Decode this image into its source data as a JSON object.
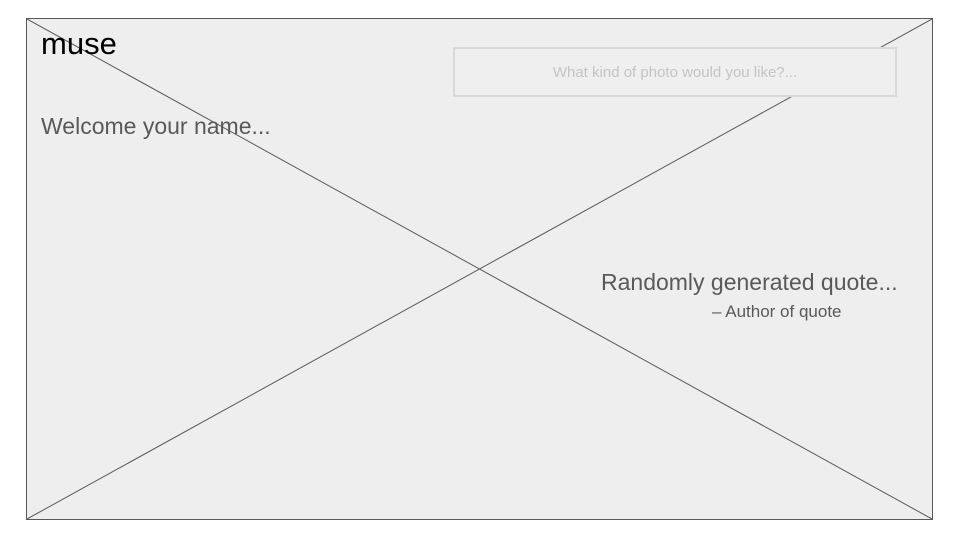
{
  "header": {
    "logo": "muse",
    "search_placeholder": "What kind of photo would you like?..."
  },
  "main": {
    "welcome": "Welcome your name...",
    "quote": "Randomly generated quote...",
    "author": "– Author of quote"
  },
  "icons": {
    "placeholder": "image-placeholder-cross-icon"
  },
  "colors": {
    "frame_background": "#eeeeee",
    "frame_border": "#595959",
    "text": "#595959",
    "logo_text": "#000000",
    "search_border": "#d9d9d9",
    "search_placeholder": "#c4c4c4"
  }
}
